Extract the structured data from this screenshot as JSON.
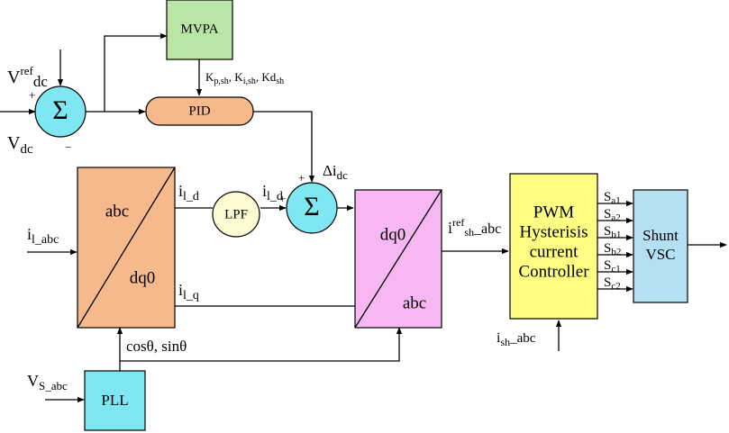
{
  "colors": {
    "mvpa": "#b9e6a6",
    "pid": "#f6b98b",
    "sum": "#7fe7f1",
    "park": "#f6b98b",
    "lpf": "#fdfbd2",
    "inv_park": "#f7b7f3",
    "pwm": "#fdfd84",
    "vsc": "#b5e0f4",
    "pll": "#7fe7f1"
  },
  "blocks": {
    "mvpa": "MVPA",
    "pid": "PID",
    "lpf": "LPF",
    "pll": "PLL",
    "sum_symbol": "Σ",
    "park": {
      "top": "abc",
      "bottom": "dq0"
    },
    "inv_park": {
      "top": "dq0",
      "bottom": "abc"
    },
    "pwm": [
      "PWM",
      "Hysterisis",
      "current",
      "Controller"
    ],
    "vsc": [
      "Shunt",
      "VSC"
    ]
  },
  "signals": {
    "vdc_ref": {
      "main": "V",
      "sup": "ref",
      "sub": "dc"
    },
    "vdc": {
      "main": "V",
      "sub": "dc"
    },
    "plus_top": "+",
    "minus_bottom": "−",
    "plus_left": "+",
    "plus_sum2": "+",
    "minus_sum2": "−",
    "gains": {
      "kp": "K",
      "kp_sub": "p,sh",
      "sep1": ", ",
      "ki": "K",
      "ki_sub": "i,sh",
      "sep2": ", ",
      "kd": "Kd",
      "kd_sub": "sh"
    },
    "delta_idc": {
      "main": "Δi",
      "sub": "dc"
    },
    "il_abc": {
      "main": "i",
      "sub": "l_abc"
    },
    "il_d_out": {
      "main": "i",
      "sub": "l_d"
    },
    "il_d_in": {
      "main": "i",
      "sub": "l_d"
    },
    "il_q": {
      "main": "i",
      "sub": "l_q"
    },
    "iref_sh": {
      "main": "i",
      "sup": "ref",
      "sub": "sh",
      "tail": "_abc"
    },
    "cos_sin": "cosθ, sinθ",
    "vs_abc": {
      "main": "V",
      "sub": "S_abc"
    },
    "ish_abc": {
      "main": "i",
      "sub": "sh",
      "tail": "_abc"
    },
    "switches": [
      {
        "main": "S",
        "sub": "a1"
      },
      {
        "main": "S",
        "sub": "a2"
      },
      {
        "main": "S",
        "sub": "b1"
      },
      {
        "main": "S",
        "sub": "b2"
      },
      {
        "main": "S",
        "sub": "c1"
      },
      {
        "main": "S",
        "sub": "c2"
      }
    ]
  }
}
